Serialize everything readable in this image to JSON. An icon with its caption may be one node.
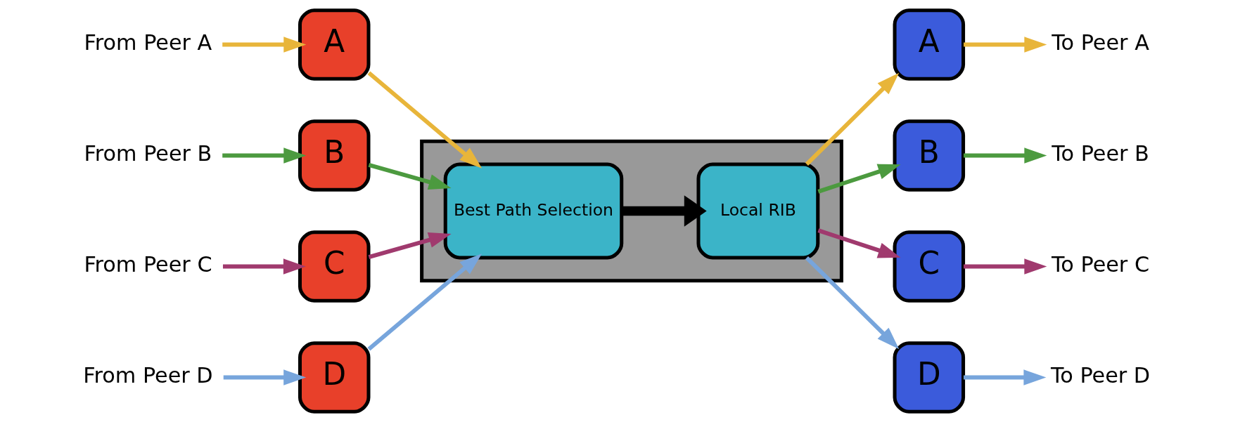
{
  "diagram": {
    "nodes": [
      {
        "text": [
          "From Peer A"
        ]
      },
      {
        "text": [
          "From Peer B"
        ]
      },
      {
        "text": [
          "From Peer C"
        ]
      },
      {
        "text": [
          "From Peer D"
        ]
      },
      {
        "text": [
          "A"
        ]
      },
      {
        "text": [
          "B"
        ]
      },
      {
        "text": [
          "C"
        ]
      },
      {
        "text": [
          "D"
        ]
      },
      {
        "text": [],
        "shape": "box"
      },
      {
        "text": [
          "Best Path Selection"
        ],
        "in": 8
      },
      {
        "text": [
          "Local RIB"
        ],
        "in": 8
      },
      {
        "text": [
          "A"
        ]
      },
      {
        "text": [
          "B"
        ]
      },
      {
        "text": [
          "C"
        ]
      },
      {
        "text": [
          "D"
        ]
      },
      {
        "text": [
          "To Peer A"
        ]
      },
      {
        "text": [
          "To Peer B"
        ]
      },
      {
        "text": [
          "To Peer C"
        ]
      },
      {
        "text": [
          "To Peer D"
        ]
      }
    ],
    "edges": [
      {
        "from": 0,
        "to": 4,
        "arrow": "to",
        "color": "#e8b53a"
      },
      {
        "from": 1,
        "to": 5,
        "arrow": "to",
        "color": "#4c9a3f"
      },
      {
        "from": 2,
        "to": 6,
        "arrow": "to",
        "color": "#a03a6e"
      },
      {
        "from": 3,
        "to": 7,
        "arrow": "to",
        "color": "#77a5dc"
      },
      {
        "from": 4,
        "to": 9,
        "arrow": "to",
        "color": "#e8b53a"
      },
      {
        "from": 5,
        "to": 9,
        "arrow": "to",
        "color": "#4c9a3f"
      },
      {
        "from": 6,
        "to": 9,
        "arrow": "to",
        "color": "#a03a6e"
      },
      {
        "from": 7,
        "to": 9,
        "arrow": "to",
        "color": "#77a5dc"
      },
      {
        "from": 9,
        "to": 10,
        "arrow": "to",
        "style": "thick",
        "color": "#000000"
      },
      {
        "from": 10,
        "to": 11,
        "arrow": "to",
        "color": "#e8b53a"
      },
      {
        "from": 10,
        "to": 12,
        "arrow": "to",
        "color": "#4c9a3f"
      },
      {
        "from": 10,
        "to": 13,
        "arrow": "to",
        "color": "#a03a6e"
      },
      {
        "from": 10,
        "to": 14,
        "arrow": "to",
        "color": "#77a5dc"
      },
      {
        "from": 11,
        "to": 15,
        "arrow": "to",
        "color": "#e8b53a"
      },
      {
        "from": 12,
        "to": 16,
        "arrow": "to",
        "color": "#4c9a3f"
      },
      {
        "from": 13,
        "to": 17,
        "arrow": "to",
        "color": "#a03a6e"
      },
      {
        "from": 14,
        "to": 18,
        "arrow": "to",
        "color": "#77a5dc"
      }
    ]
  }
}
